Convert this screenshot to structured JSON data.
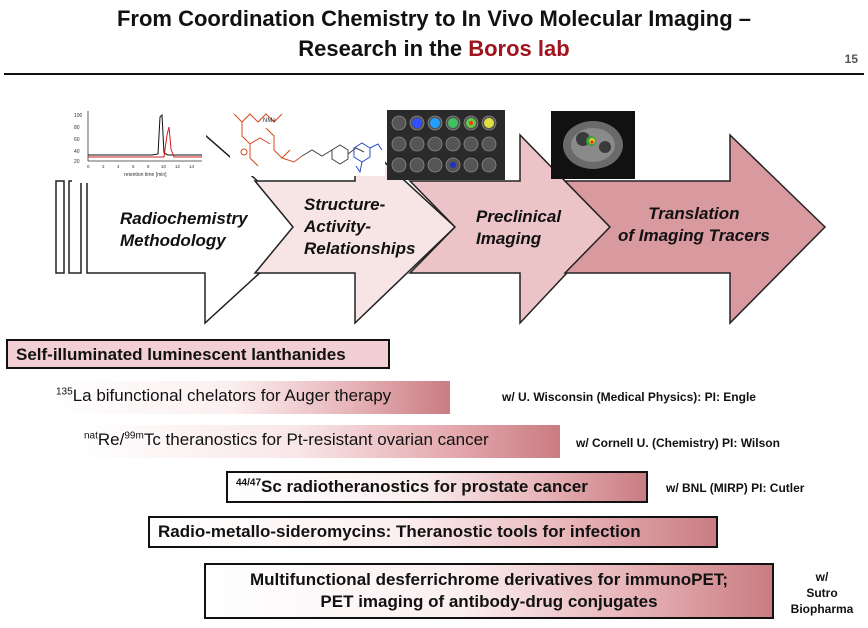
{
  "title": {
    "line1": "From Coordination Chemistry to In Vivo Molecular Imaging –",
    "line2_prefix": "Research in the ",
    "line2_highlight": "Boros lab"
  },
  "slide_number": "15",
  "stages": [
    {
      "line1": "Radiochemistry",
      "line2": "Methodology"
    },
    {
      "line1": "Structure-",
      "line2": "Activity-",
      "line3": "Relationships"
    },
    {
      "line1": "Preclinical",
      "line2": "Imaging"
    },
    {
      "line1": "Translation",
      "line2": "of Imaging Tracers"
    }
  ],
  "chromatogram": {
    "xlabel": "retention time [min]",
    "yticks": [
      "100",
      "80",
      "60",
      "40",
      "20"
    ],
    "xticks": [
      "0",
      "2",
      "4",
      "6",
      "8",
      "10",
      "12",
      "14"
    ]
  },
  "structure_label": "NMe",
  "colors": {
    "accent": "#a0141e",
    "arrow_light": "#f7e4e5",
    "arrow_mid": "#e9b9bc",
    "arrow_dark": "#d8989c"
  },
  "projects": [
    {
      "text": "Self-illuminated luminescent lanthanides",
      "collab": ""
    },
    {
      "sup": "135",
      "text": "La bifunctional chelators for Auger therapy",
      "collab": "w/ U. Wisconsin (Medical Physics): PI: Engle"
    },
    {
      "sup1": "nat",
      "mid": "Re/",
      "sup2": "99m",
      "text": "Tc theranostics for Pt-resistant ovarian cancer",
      "collab": "w/ Cornell U. (Chemistry) PI: Wilson"
    },
    {
      "sup": "44/47",
      "text": "Sc radiotheranostics for prostate cancer",
      "collab": "w/ BNL (MIRP) PI: Cutler"
    },
    {
      "text": "Radio-metallo-sideromycins: Theranostic tools for infection",
      "collab": ""
    },
    {
      "line1": "Multifunctional desferrichrome derivatives for immunoPET;",
      "line2": "PET imaging of antibody-drug conjugates",
      "collab_line1": "w/",
      "collab_line2": "Sutro",
      "collab_line3": "Biopharma"
    }
  ]
}
